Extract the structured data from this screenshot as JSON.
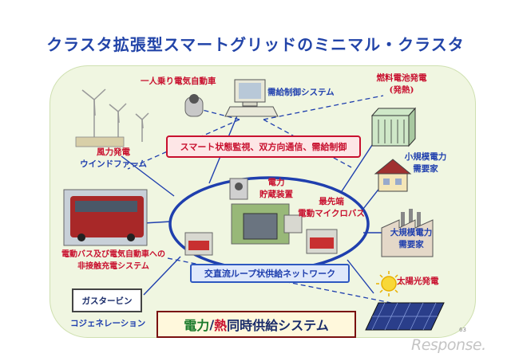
{
  "title": "クラスタ拡張型スマートグリッドのミニマル・クラスタ",
  "nodes": {
    "single_ev": "一人乗り電気自動車",
    "supply_control": "需給制御システム",
    "fuel_cell_line1": "燃料電池発電",
    "fuel_cell_line2": "(発熱)",
    "wind_line1": "風力発電",
    "wind_line2": "ウインドファーム",
    "small_consumer_line1": "小規模電力",
    "small_consumer_line2": "需要家",
    "storage_line1": "電力",
    "storage_line2": "貯蔵装置",
    "microbus_line1": "最先端",
    "microbus_line2": "電動マイクロバス",
    "large_consumer_line1": "大規模電力",
    "large_consumer_line2": "需要家",
    "contactless_line1": "電動バス及び電気自動車への",
    "contactless_line2": "非接触充電システム",
    "gas_turbine": "ガスタービン",
    "solar": "太陽光発電",
    "cogeneration": "コジェネレーション"
  },
  "bands": {
    "smart_monitoring": "スマート状態監視、双方向通信、需給制御",
    "loop_network": "交直流ループ状供給ネットワーク",
    "power_heat_part1": "電力",
    "power_heat_slash": "/",
    "power_heat_part2": "熱",
    "power_heat_part3": "同時供給システム"
  },
  "page_number": "63",
  "logo_text": "Response.",
  "colors": {
    "title": "#2244a8",
    "red_label": "#c8102e",
    "blue_label": "#1f3fae",
    "loop": "#1f3fae",
    "panel": "#f0f6e1"
  }
}
